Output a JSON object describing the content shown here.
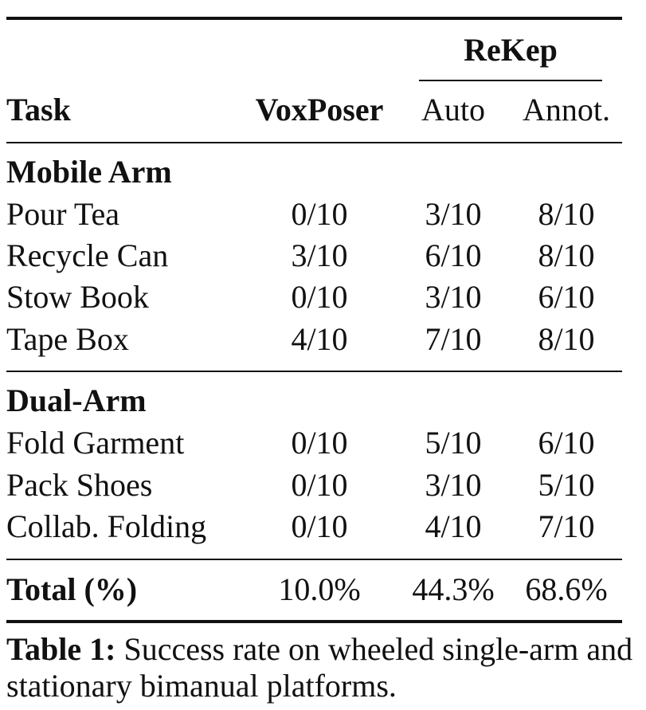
{
  "table": {
    "group_header": "ReKep",
    "columns": {
      "task": "Task",
      "voxposer": "VoxPoser",
      "auto": "Auto",
      "annot": "Annot."
    },
    "sections": [
      {
        "title": "Mobile Arm",
        "rows": [
          {
            "task": "Pour Tea",
            "voxposer": "0/10",
            "auto": "3/10",
            "annot": "8/10"
          },
          {
            "task": "Recycle Can",
            "voxposer": "3/10",
            "auto": "6/10",
            "annot": "8/10"
          },
          {
            "task": "Stow Book",
            "voxposer": "0/10",
            "auto": "3/10",
            "annot": "6/10"
          },
          {
            "task": "Tape Box",
            "voxposer": "4/10",
            "auto": "7/10",
            "annot": "8/10"
          }
        ]
      },
      {
        "title": "Dual-Arm",
        "rows": [
          {
            "task": "Fold Garment",
            "voxposer": "0/10",
            "auto": "5/10",
            "annot": "6/10"
          },
          {
            "task": "Pack Shoes",
            "voxposer": "0/10",
            "auto": "3/10",
            "annot": "5/10"
          },
          {
            "task": "Collab. Folding",
            "voxposer": "0/10",
            "auto": "4/10",
            "annot": "7/10"
          }
        ]
      }
    ],
    "total": {
      "label": "Total (%)",
      "voxposer": "10.0%",
      "auto": "44.3%",
      "annot": "68.6%"
    }
  },
  "caption": {
    "label": "Table 1:",
    "text": "Success rate on wheeled single-arm and stationary bimanual platforms."
  }
}
